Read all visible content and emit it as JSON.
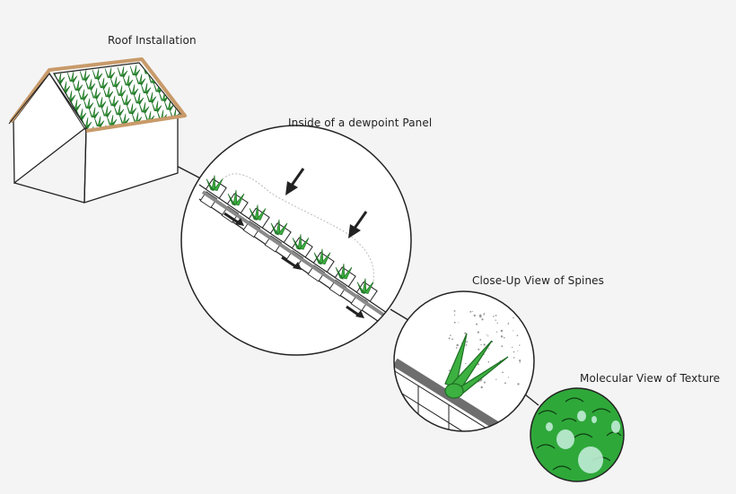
{
  "labels": {
    "roof": "Roof Installation",
    "panel": "Inside of a dewpoint Panel",
    "spines": "Close-Up View of Spines",
    "molecular": "Molecular View of Texture"
  },
  "colors": {
    "background": "#f4f4f4",
    "outline": "#222222",
    "roof_edge": "#c89a6a",
    "plant_green": "#3cb040",
    "plant_dark": "#1e6e24",
    "bead_green": "#2fa83a",
    "rail_gray": "#8a8a8a"
  }
}
